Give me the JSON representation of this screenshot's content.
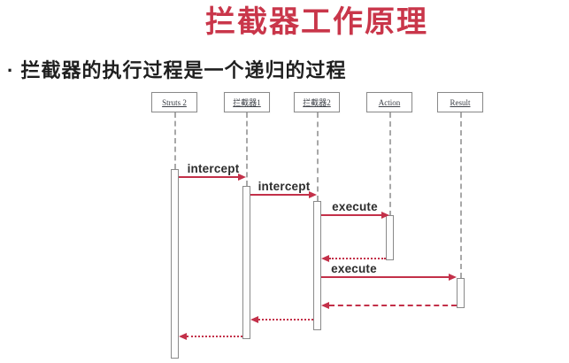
{
  "slide": {
    "title": "拦截器工作原理",
    "subtitle": "· 拦截器的执行过程是一个递归的过程"
  },
  "colors": {
    "title_red": "#c9364a",
    "arrow_red": "#c33049"
  },
  "diagram": {
    "type": "sequence",
    "actors": [
      {
        "label": "Struts 2"
      },
      {
        "label": "拦截器1"
      },
      {
        "label": "拦截器2"
      },
      {
        "label": "Action"
      },
      {
        "label": "Result"
      }
    ],
    "messages": [
      {
        "label": "intercept",
        "from": "Struts 2",
        "to": "拦截器1",
        "line": "solid"
      },
      {
        "label": "intercept",
        "from": "拦截器1",
        "to": "拦截器2",
        "line": "solid"
      },
      {
        "label": "execute",
        "from": "拦截器2",
        "to": "Action",
        "line": "solid"
      },
      {
        "label": "",
        "from": "Action",
        "to": "拦截器2",
        "line": "dotted-return"
      },
      {
        "label": "execute",
        "from": "拦截器2",
        "to": "Result",
        "line": "solid"
      },
      {
        "label": "",
        "from": "Result",
        "to": "拦截器2",
        "line": "dashed-return"
      },
      {
        "label": "",
        "from": "拦截器2",
        "to": "拦截器1",
        "line": "dotted-return"
      },
      {
        "label": "",
        "from": "拦截器1",
        "to": "Struts 2",
        "line": "dotted-return"
      }
    ]
  }
}
